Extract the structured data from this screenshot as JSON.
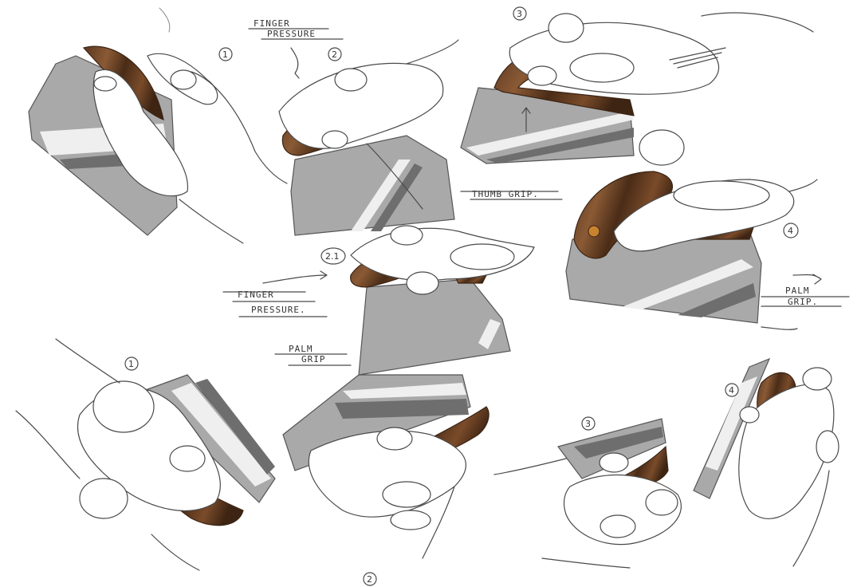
{
  "annotations": {
    "finger_pressure_top": [
      "FINGER",
      "PRESSURE"
    ],
    "finger_pressure_mid": [
      "FINGER",
      "PRESSURE."
    ],
    "thumb_grip": "THUMB GRIP.",
    "palm_grip_right": [
      "PALM",
      "GRIP."
    ],
    "palm_grip_mid": [
      "PALM",
      "GRIP"
    ]
  },
  "step_numbers": {
    "n1_top": "1",
    "n2_top": "2",
    "n3_top": "3",
    "n4_right": "4",
    "n21_mid": "2.1",
    "n1_bottom": "1",
    "n2_bottom": "2",
    "n3_bottom": "3",
    "n4_bottom": "4"
  },
  "colors": {
    "blade": "#a9a9a9",
    "wood_dark": "#4a2c17",
    "wood_light": "#8a5a35"
  }
}
